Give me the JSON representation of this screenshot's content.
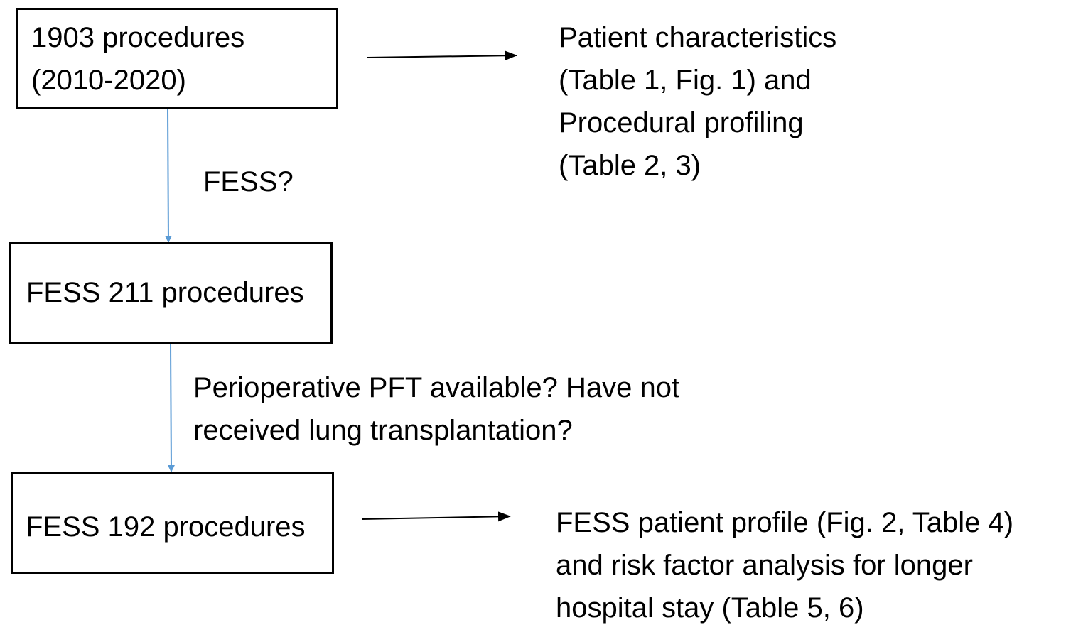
{
  "boxes": {
    "start": {
      "lines": [
        "1903 procedures",
        "(2010-2020)"
      ]
    },
    "fess211": {
      "label": "FESS 211 procedures"
    },
    "fess192": {
      "label": "FESS 192 procedures"
    }
  },
  "conditions": {
    "fess_question": "FESS?",
    "pft_question": [
      "Perioperative PFT available? Have not",
      "received lung transplantation?"
    ]
  },
  "outcomes": {
    "characteristics": [
      "Patient characteristics",
      "(Table 1, Fig. 1) and",
      "Procedural profiling",
      "(Table 2, 3)"
    ],
    "fess_profile": [
      "FESS patient profile (Fig. 2, Table 4)",
      "and risk factor analysis for longer",
      "hospital stay (Table 5, 6)"
    ]
  },
  "colors": {
    "box_border": "#000000",
    "flow_arrow": "#5b9bd5",
    "outcome_arrow": "#000000"
  }
}
